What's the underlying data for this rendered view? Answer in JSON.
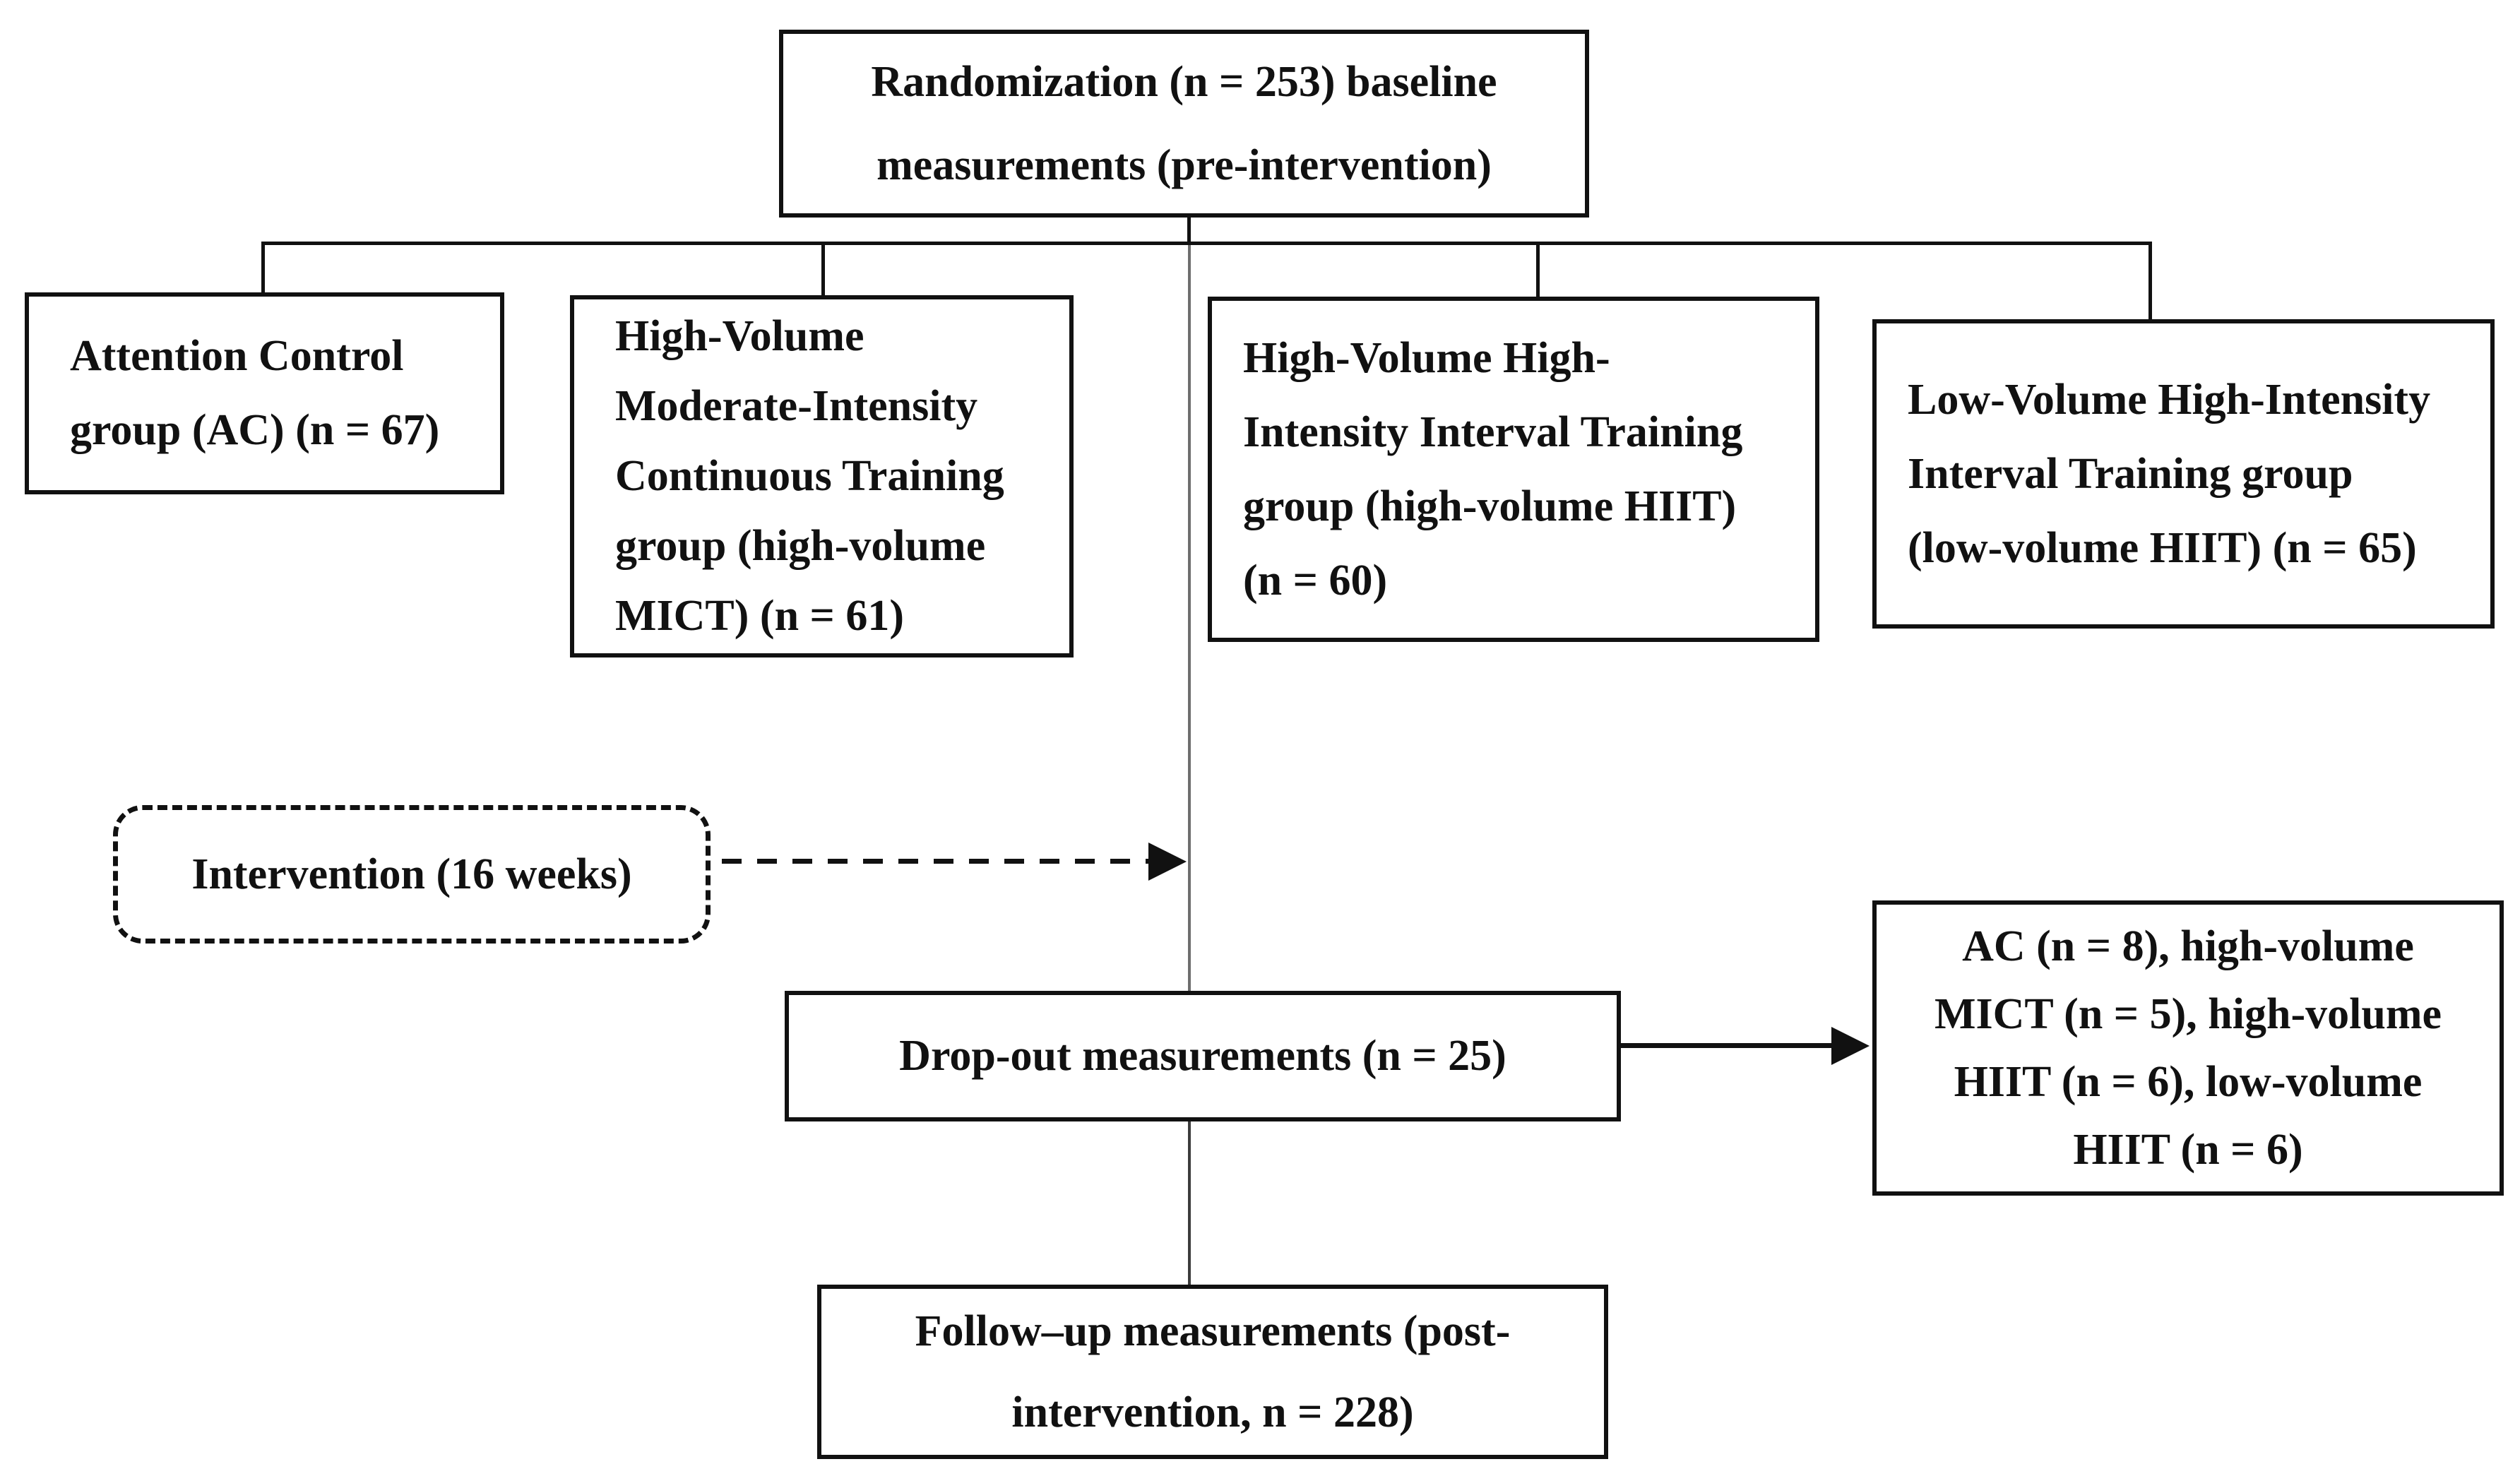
{
  "figure": {
    "background": "#ffffff",
    "box_border_color": "#111111",
    "text_color": "#111111",
    "branch_line_color": "#111111",
    "center_line_color": "#6e6e6e",
    "lower_center_line_color": "#3c3c3c"
  },
  "nodes": {
    "randomization": {
      "lines": [
        "Randomization (n = 253) baseline",
        "measurements (pre-intervention)"
      ]
    },
    "attention_control": {
      "lines": [
        "Attention Control",
        "group (AC) (n = 67)"
      ]
    },
    "high_volume_mict": {
      "lines": [
        "High-Volume",
        "Moderate-Intensity",
        "Continuous Training",
        "group (high-volume",
        "MICT) (n = 61)"
      ]
    },
    "high_volume_hiit": {
      "lines": [
        "High-Volume High-",
        "Intensity Interval Training",
        "group (high-volume HIIT)",
        "(n = 60)"
      ]
    },
    "low_volume_hiit": {
      "lines": [
        "Low-Volume High-Intensity",
        "Interval Training group",
        "(low-volume HIIT) (n = 65)"
      ]
    },
    "intervention": {
      "lines": [
        "Intervention (16 weeks)"
      ]
    },
    "dropout": {
      "lines": [
        "Drop-out measurements (n = 25)"
      ]
    },
    "dropout_detail": {
      "lines": [
        "AC (n = 8), high-volume",
        "MICT (n = 5), high-volume",
        "HIIT (n = 6), low-volume",
        "HIIT (n = 6)"
      ]
    },
    "followup": {
      "lines": [
        "Follow–up measurements (post-",
        "intervention, n = 228)"
      ]
    }
  }
}
